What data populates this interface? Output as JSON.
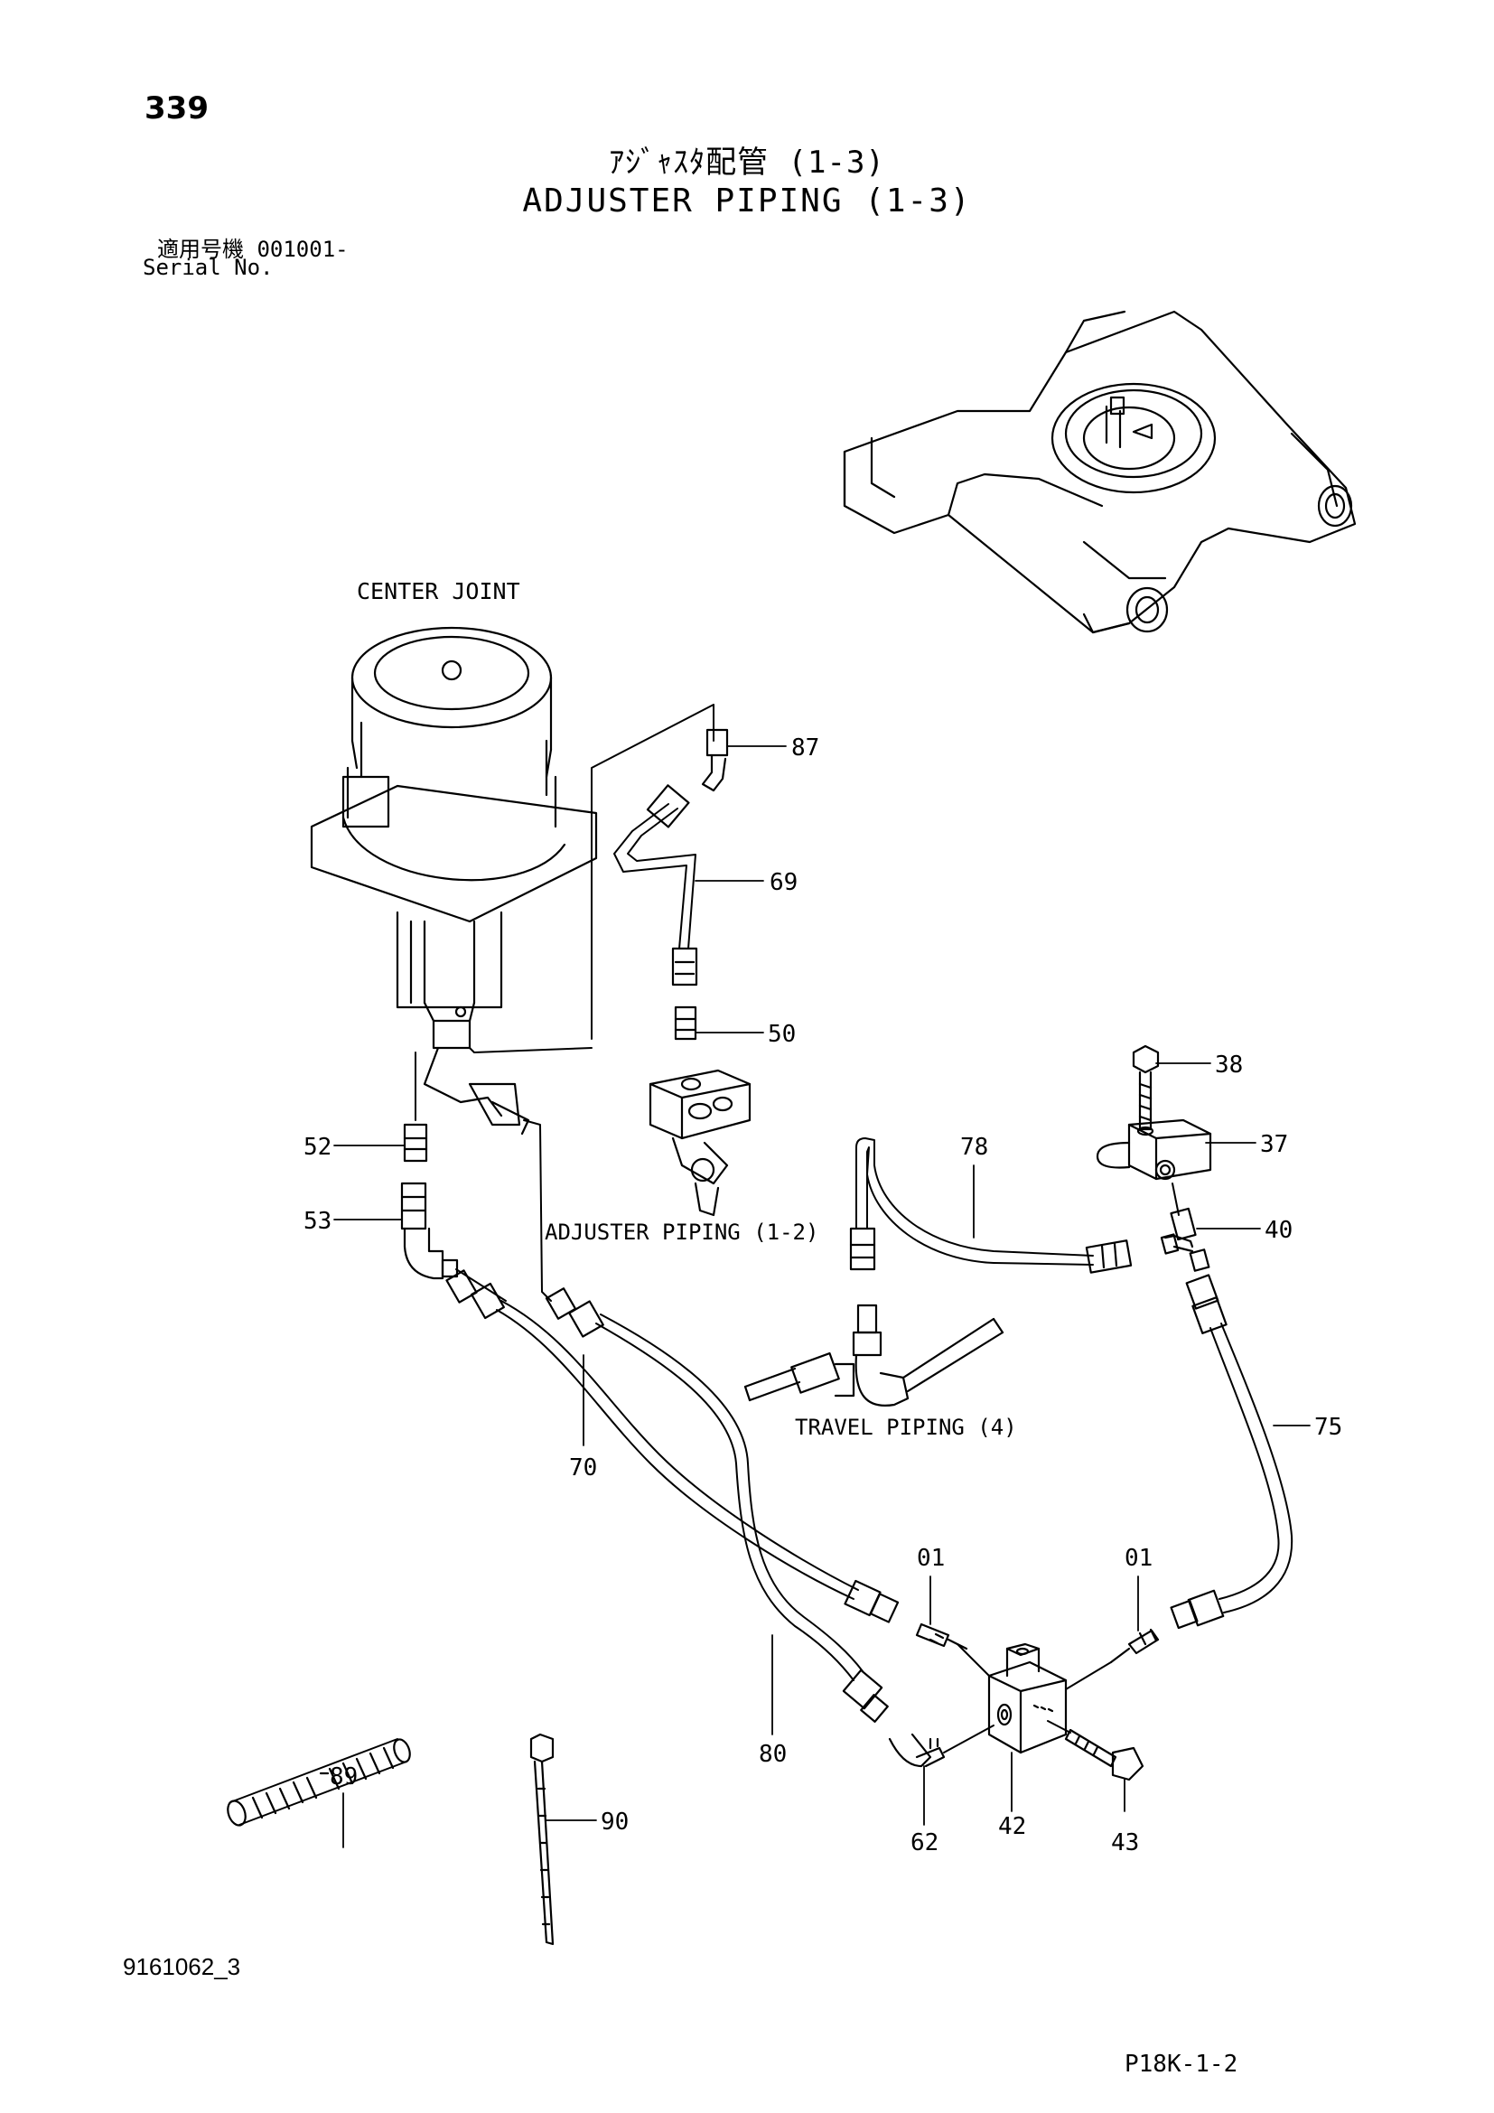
{
  "header": {
    "page_number": "339",
    "title_jp": "ｱｼﾞｬｽﾀ配管 (1-3)",
    "title_en": "ADJUSTER PIPING (1-3)",
    "serial_label_jp": "適用号機  001001-",
    "serial_label_en": "Serial No."
  },
  "labels": {
    "center_joint": "CENTER JOINT",
    "adjuster_piping_ref": "ADJUSTER PIPING (1-2)",
    "travel_piping_ref": "TRAVEL PIPING (4)"
  },
  "callouts": {
    "p87": "87",
    "p69": "69",
    "p50": "50",
    "p38": "38",
    "p37": "37",
    "p78": "78",
    "p40": "40",
    "p52": "52",
    "p53": "53",
    "p70": "70",
    "p75": "75",
    "p01a": "01",
    "p01b": "01",
    "p80": "80",
    "p62": "62",
    "p42": "42",
    "p43": "43",
    "p89": "89",
    "p90": "90"
  },
  "footer": {
    "doc_code": "9161062_3",
    "page_code": "P18K-1-2"
  }
}
